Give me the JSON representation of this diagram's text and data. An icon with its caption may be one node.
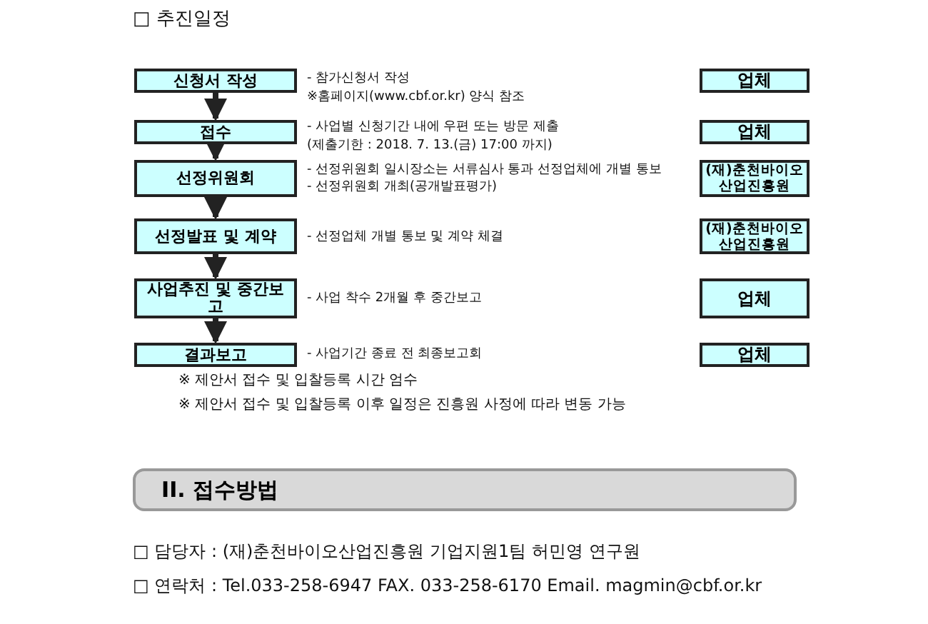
{
  "diagram": {
    "nodes": [
      {
        "text": [
          "신청서 작성"
        ],
        "beside": [
          "- 참가신청서 작성",
          "※홈페이지(www.cbf.or.kr) 양식 참조"
        ]
      },
      {
        "text": [
          "업체"
        ]
      },
      {
        "text": [
          "접수"
        ],
        "beside": [
          "- 사업별 신청기간 내에 우편 또는 방문 제출",
          "(제출기한 :  2018. 7. 13.(금) 17:00 까지)"
        ]
      },
      {
        "text": [
          "업체"
        ]
      },
      {
        "text": [
          "선정위원회"
        ],
        "beside": [
          "- 선정위원회 일시장소는 서류심사 통과 선정업체에 개별 통보",
          "- 선정위원회 개최(공개발표평가)"
        ]
      },
      {
        "text": [
          "(재)춘천바이오산업진흥원"
        ]
      },
      {
        "text": [
          "선정발표 및 계약"
        ],
        "beside": [
          "- 선정업체 개별 통보 및 계약 체결"
        ]
      },
      {
        "text": [
          "(재)춘천바이오산업진흥원"
        ]
      },
      {
        "text": [
          "사업추진 및 중간보고"
        ],
        "beside": [
          "- 사업 착수 2개월 후 중간보고"
        ]
      },
      {
        "text": [
          "업체"
        ]
      },
      {
        "text": [
          "결과보고"
        ],
        "beside": [
          "- 사업기간 종료 전 최종보고회"
        ]
      },
      {
        "text": [
          "업체"
        ]
      },
      {
        "text": [
          "II. 접수방법"
        ]
      }
    ],
    "edges": [
      {
        "from": 0,
        "to": 2,
        "arrow": "to"
      },
      {
        "from": 2,
        "to": 4,
        "arrow": "to"
      },
      {
        "from": 4,
        "to": 6,
        "arrow": "to"
      },
      {
        "from": 6,
        "to": 8,
        "arrow": "to"
      },
      {
        "from": 8,
        "to": 10,
        "arrow": "to"
      }
    ],
    "labels": [
      "□ 추진일정",
      "※ 제안서 접수 및 입찰등록 시간 엄수",
      "※ 제안서 접수 및 입찰등록 이후 일정은 진흥원 사정에 따라 변동 가능",
      "□ 담당자 : (재)춘천바이오산업진흥원 기업지원1팀 허민영 연구원",
      "□ 연락처 : Tel.033-258-6947 FAX. 033-258-6170 Email. magmin@cbf.or.kr"
    ]
  }
}
